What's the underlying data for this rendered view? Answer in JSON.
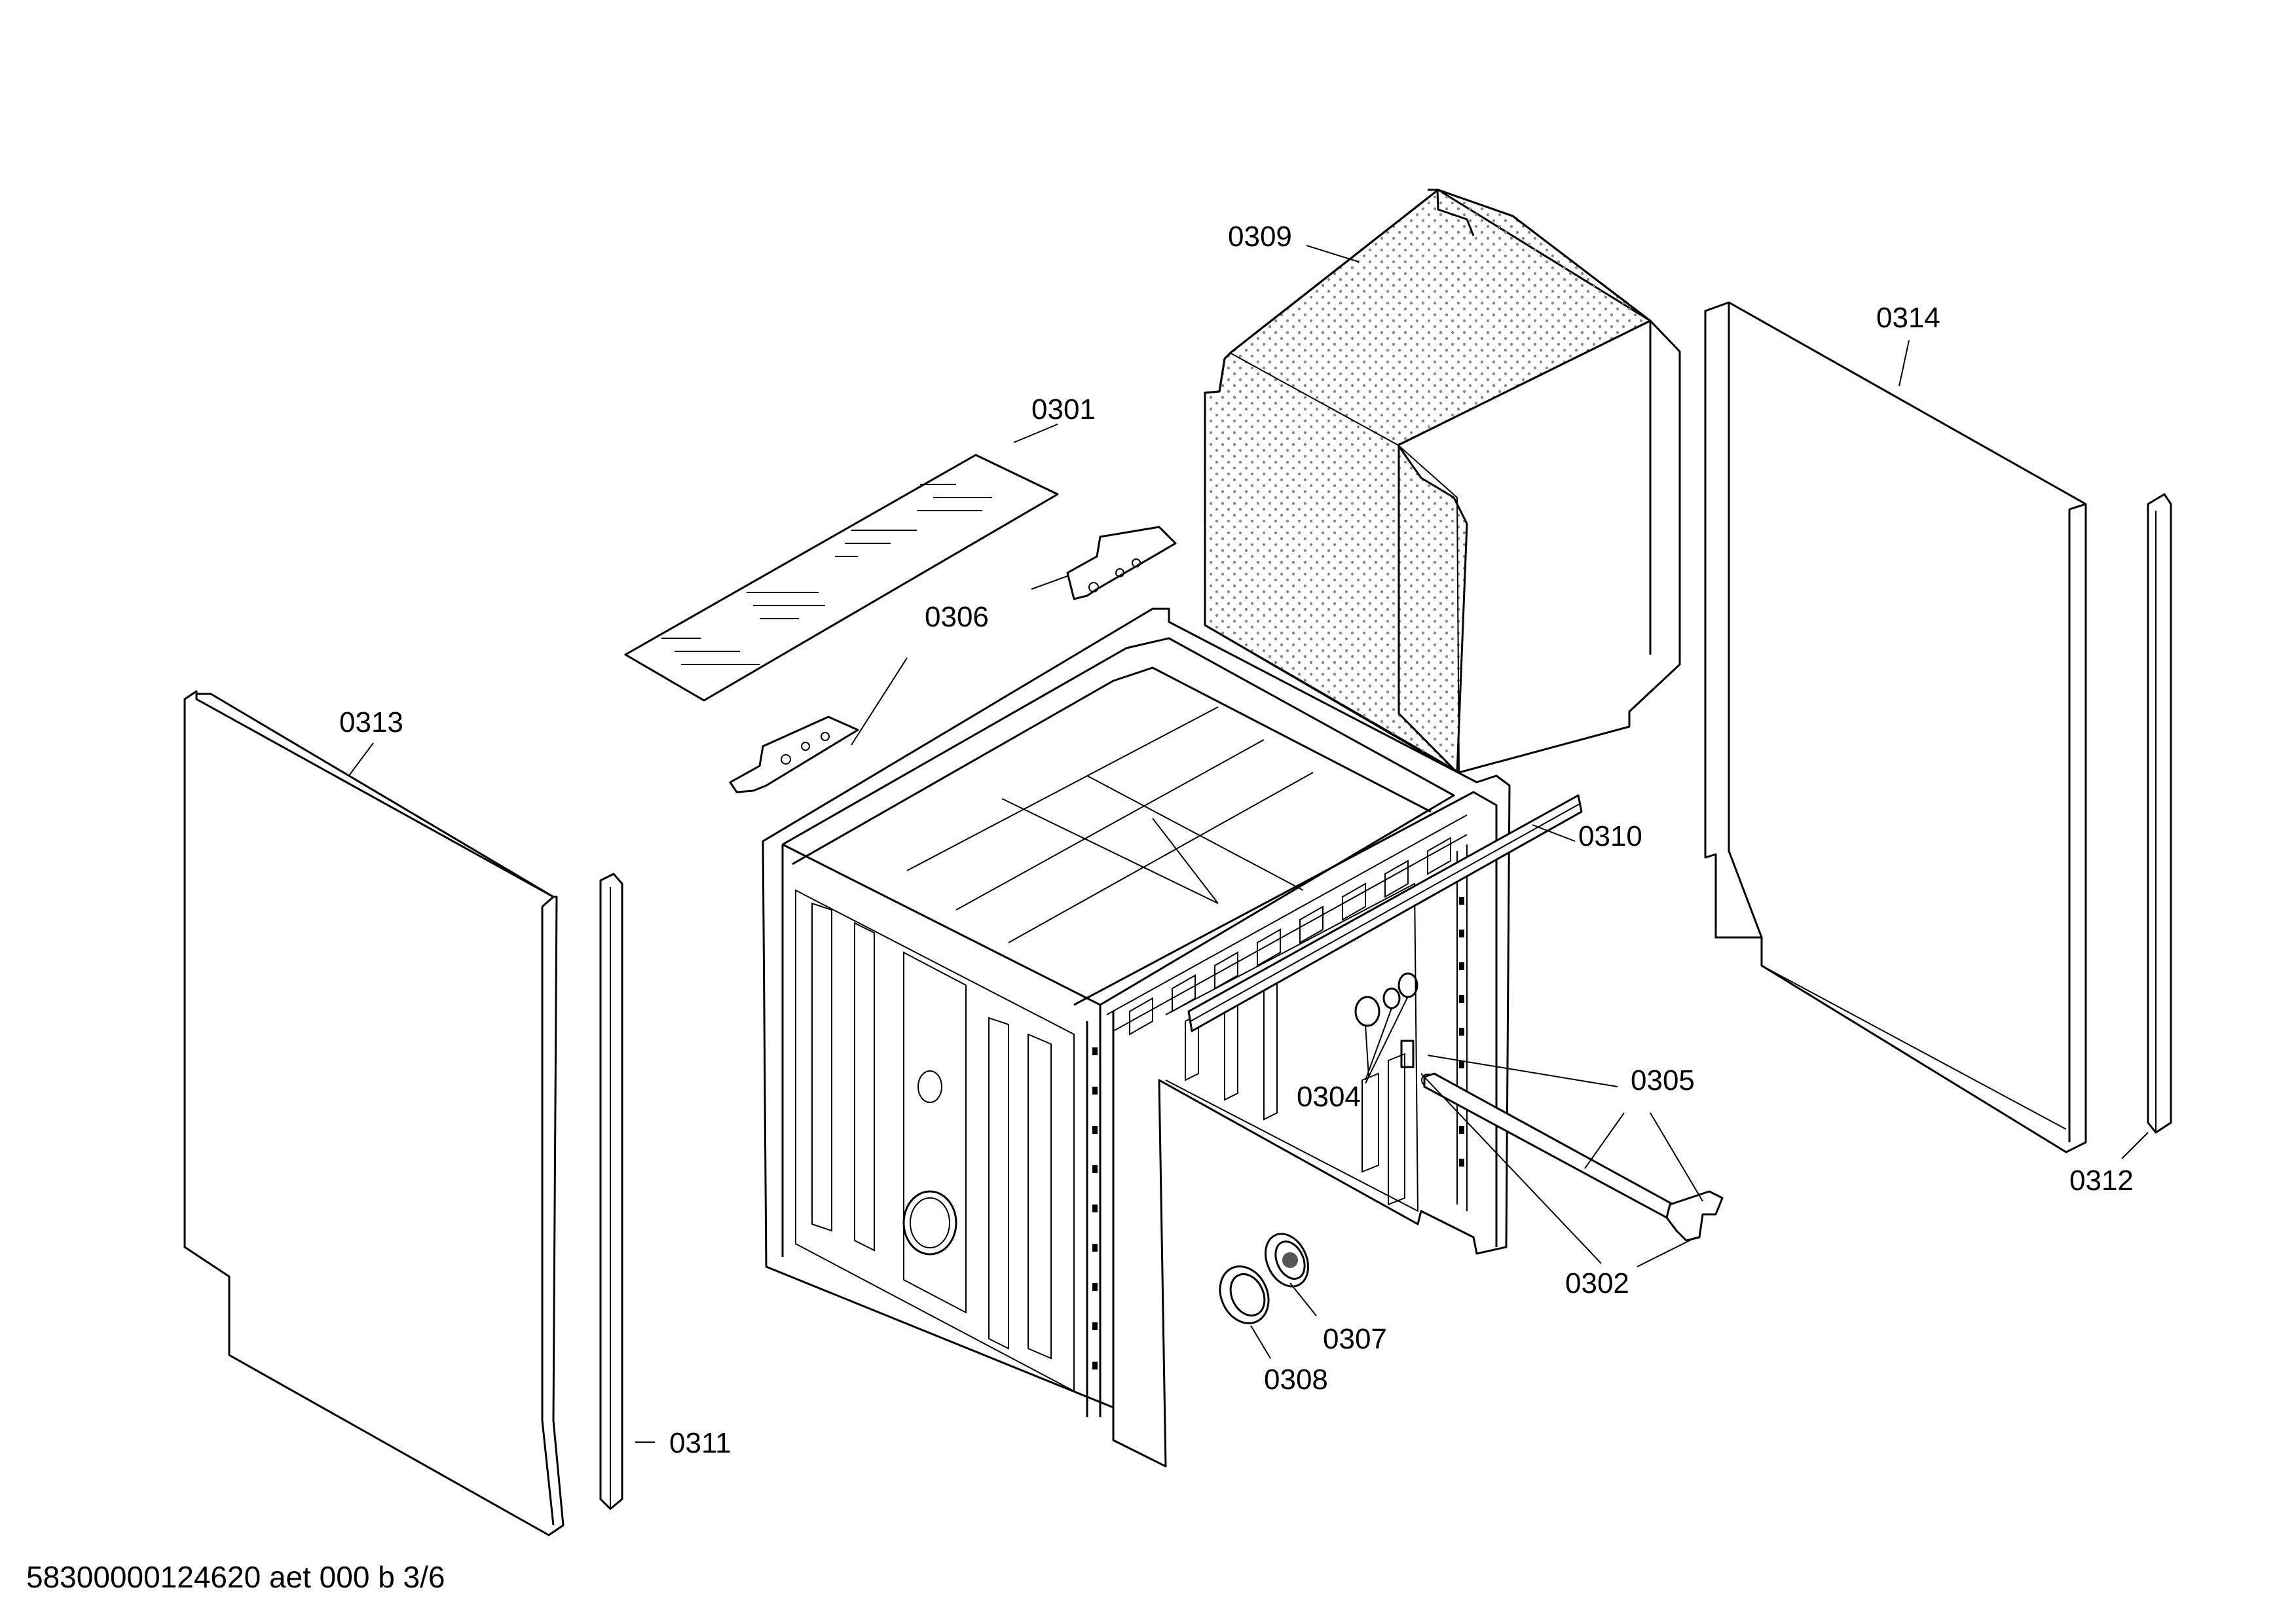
{
  "parts": [
    {
      "id": "p0301",
      "label": "0301",
      "name": "part-0301"
    },
    {
      "id": "p0302",
      "label": "0302",
      "name": "part-0302"
    },
    {
      "id": "p0304",
      "label": "0304",
      "name": "part-0304"
    },
    {
      "id": "p0305",
      "label": "0305",
      "name": "part-0305"
    },
    {
      "id": "p0306",
      "label": "0306",
      "name": "part-0306"
    },
    {
      "id": "p0307",
      "label": "0307",
      "name": "part-0307"
    },
    {
      "id": "p0308",
      "label": "0308",
      "name": "part-0308"
    },
    {
      "id": "p0309",
      "label": "0309",
      "name": "part-0309"
    },
    {
      "id": "p0310",
      "label": "0310",
      "name": "part-0310"
    },
    {
      "id": "p0311",
      "label": "0311",
      "name": "part-0311"
    },
    {
      "id": "p0312",
      "label": "0312",
      "name": "part-0312"
    },
    {
      "id": "p0313",
      "label": "0313",
      "name": "part-0313"
    },
    {
      "id": "p0314",
      "label": "0314",
      "name": "part-0314"
    }
  ],
  "footer": {
    "document_id": "58300000124620 aet 000 b 3/6"
  }
}
